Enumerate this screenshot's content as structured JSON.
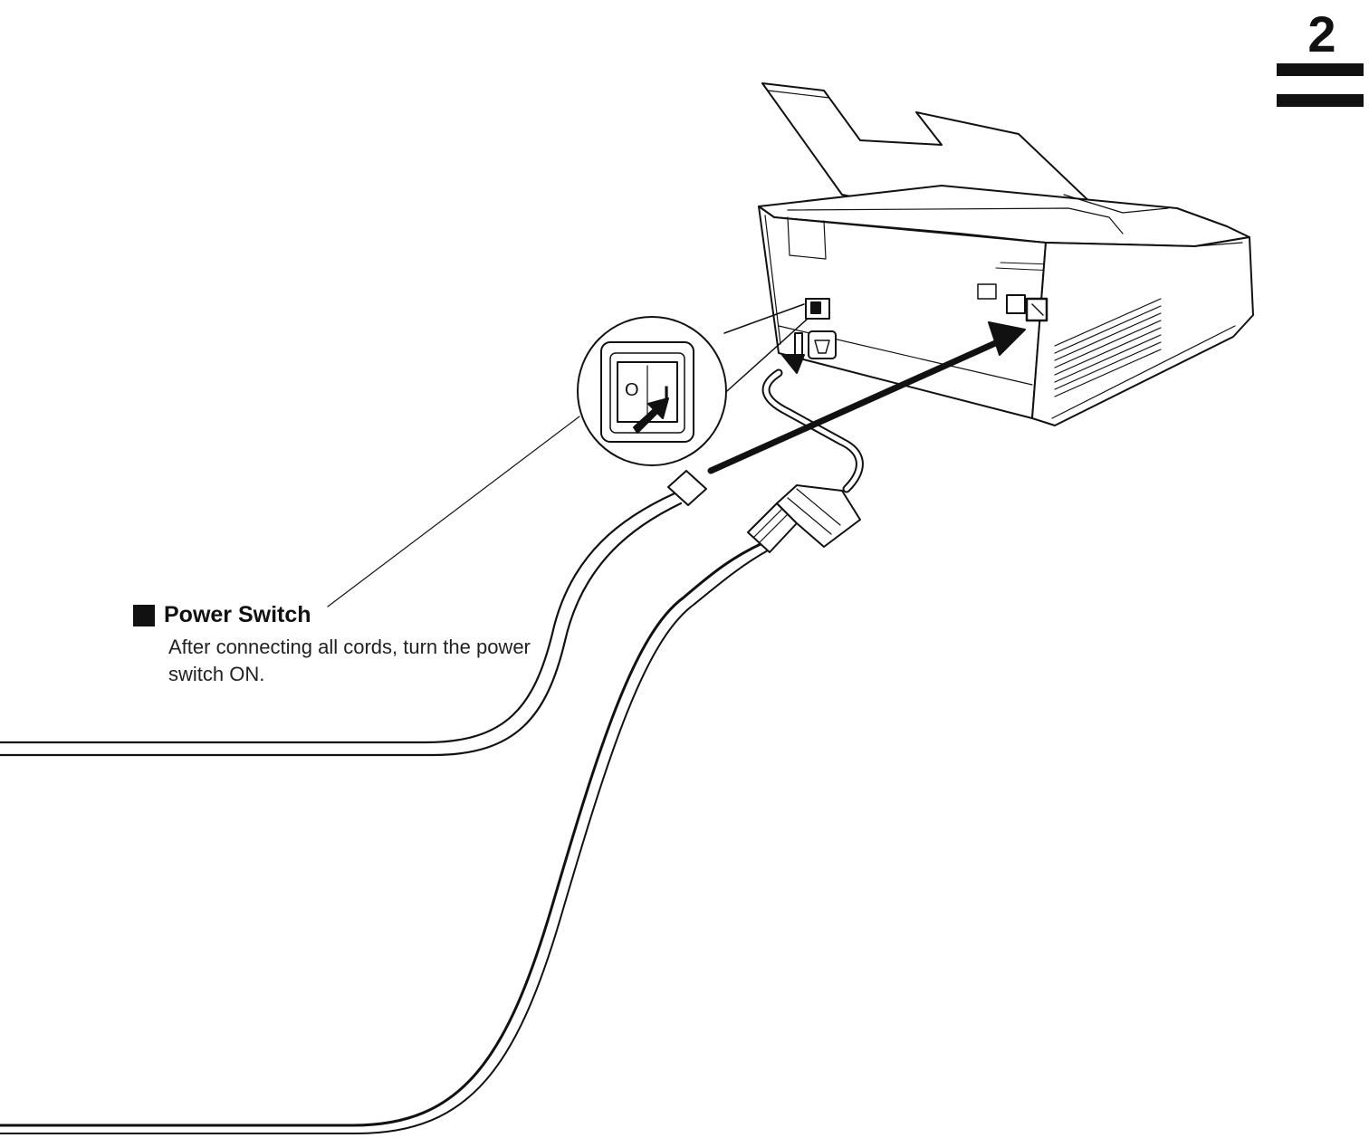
{
  "chapter": {
    "number": "2"
  },
  "callout": {
    "title": "Power Switch",
    "body": "After connecting all cords, turn the power switch ON."
  },
  "switch_marks": {
    "off": "O",
    "on": "I"
  },
  "icons": [
    "square-bullet-icon",
    "arrow-icon",
    "power-switch-magnifier",
    "fax-machine",
    "telephone-line-cord",
    "power-cord"
  ]
}
